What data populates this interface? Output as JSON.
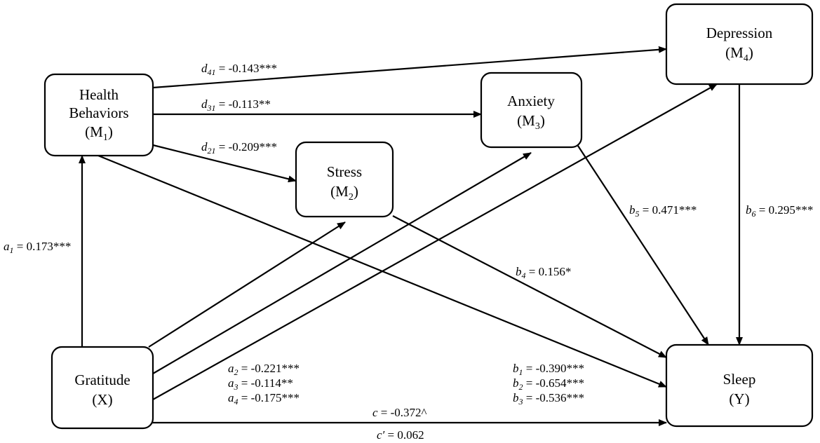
{
  "nodes": {
    "health": {
      "lines": [
        "Health",
        "Behaviors"
      ],
      "code_prefix": "(M",
      "code_sub": "1",
      "code_suffix": ")"
    },
    "stress": {
      "lines": [
        "Stress"
      ],
      "code_prefix": "(M",
      "code_sub": "2",
      "code_suffix": ")"
    },
    "anxiety": {
      "lines": [
        "Anxiety"
      ],
      "code_prefix": "(M",
      "code_sub": "3",
      "code_suffix": ")"
    },
    "depression": {
      "lines": [
        "Depression"
      ],
      "code_prefix": "(M",
      "code_sub": "4",
      "code_suffix": ")"
    },
    "gratitude": {
      "lines": [
        "Gratitude"
      ],
      "code_prefix": "(X)",
      "code_sub": "",
      "code_suffix": ""
    },
    "sleep": {
      "lines": [
        "Sleep"
      ],
      "code_prefix": "(Y)",
      "code_sub": "",
      "code_suffix": ""
    }
  },
  "coefficients": {
    "d41": {
      "sym": "d",
      "sub": "41",
      "value": " = -0.143***"
    },
    "d31": {
      "sym": "d",
      "sub": "31",
      "value": " = -0.113**"
    },
    "d21": {
      "sym": "d",
      "sub": "21",
      "value": " = -0.209***"
    },
    "a1": {
      "sym": "a",
      "sub": "1",
      "value": " = 0.173***"
    },
    "b5": {
      "sym": "b",
      "sub": "5",
      "value": " = 0.471***"
    },
    "b6": {
      "sym": "b",
      "sub": "6",
      "value": " = 0.295***"
    },
    "b4": {
      "sym": "b",
      "sub": "4",
      "value": " = 0.156*"
    },
    "a2": {
      "sym": "a",
      "sub": "2",
      "value": " = -0.221***"
    },
    "a3": {
      "sym": "a",
      "sub": "3",
      "value": " = -0.114**"
    },
    "a4": {
      "sym": "a",
      "sub": "4",
      "value": " = -0.175***"
    },
    "b1": {
      "sym": "b",
      "sub": "1",
      "value": " = -0.390***"
    },
    "b2": {
      "sym": "b",
      "sub": "2",
      "value": " = -0.654***"
    },
    "b3": {
      "sym": "b",
      "sub": "3",
      "value": " = -0.536***"
    },
    "c": {
      "sym": "c",
      "sub": "",
      "value": " = -0.372^"
    },
    "c_prime": {
      "sym": "c′",
      "sub": "",
      "value": " = 0.062"
    }
  }
}
